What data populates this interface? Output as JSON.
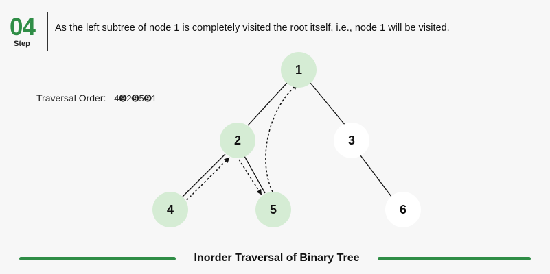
{
  "step": {
    "number": "04",
    "label": "Step"
  },
  "description": "As the left subtree of node 1 is completely visited the root itself, i.e., node 1 will be visited.",
  "traversal": {
    "label": "Traversal Order:",
    "sequence": "4➒2➒5➒1"
  },
  "tree": {
    "nodes": [
      {
        "id": "1",
        "label": "1",
        "state": "visited"
      },
      {
        "id": "2",
        "label": "2",
        "state": "visited"
      },
      {
        "id": "3",
        "label": "3",
        "state": "unvisited"
      },
      {
        "id": "4",
        "label": "4",
        "state": "visited"
      },
      {
        "id": "5",
        "label": "5",
        "state": "visited"
      },
      {
        "id": "6",
        "label": "6",
        "state": "unvisited"
      }
    ],
    "edges": [
      [
        "1",
        "2"
      ],
      [
        "1",
        "3"
      ],
      [
        "2",
        "4"
      ],
      [
        "2",
        "5"
      ],
      [
        "3",
        "6"
      ]
    ],
    "traversal_arrows": [
      [
        "4",
        "2"
      ],
      [
        "2",
        "5"
      ],
      [
        "5",
        "1"
      ]
    ]
  },
  "colors": {
    "visited_fill": "#d5ecd4",
    "unvisited_fill": "#ffffff",
    "accent": "#2f8d46",
    "edge": "#111111"
  },
  "footer": {
    "title": "Inorder Traversal of Binary Tree"
  }
}
